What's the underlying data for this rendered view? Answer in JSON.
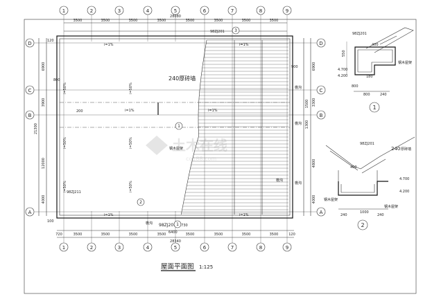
{
  "drawing": {
    "title": "屋面平面图",
    "scale": "1:125"
  },
  "grid_columns": [
    "1",
    "2",
    "3",
    "4",
    "5",
    "6",
    "7",
    "8",
    "9"
  ],
  "grid_rows": [
    "D",
    "C",
    "B",
    "A"
  ],
  "dims_top": {
    "spans": [
      "3500",
      "3500",
      "3500",
      "3500",
      "3500",
      "3500",
      "3500",
      "3500"
    ],
    "overall": "28080"
  },
  "dims_bottom": {
    "edge_left": "720",
    "spans": [
      "3500",
      "3500",
      "3500",
      "3500",
      "3500",
      "3500",
      "3500",
      "3500"
    ],
    "edge_right": "120",
    "overall": "28340"
  },
  "dims_left": {
    "spans": [
      "6900",
      "3900",
      "12000",
      "4000"
    ],
    "overall": "21300"
  },
  "dims_right": {
    "spans": [
      "6900",
      "3300",
      "4800",
      "4000"
    ],
    "minor": [
      "1500",
      "1300"
    ]
  },
  "plan_labels": {
    "slope_1": "i=1%",
    "slope_2": "i=1%",
    "slope_3": "i=1%",
    "slope_4": "i=1%",
    "slope_5": "i=1%",
    "slope_6": "i=1%",
    "slope_7": "i=50%",
    "slope_8": "i=50%",
    "slope_9": "i=50%",
    "slope_10": "i=50%",
    "slope_11": "i=50%",
    "slope_12": "i=50%",
    "wall_note": "240厚砖墙",
    "ridge_note": "钢木屋架",
    "eave_note": "98ZJ201",
    "ref_top": "98ZJ201",
    "ref_left": "98ZJ211",
    "gutter_1": "檐沟",
    "gutter_2": "檐沟",
    "gutter_3": "檐沟",
    "gutter_4": "檐沟",
    "gutter_note": "檐沟",
    "dim_900": "900",
    "dim_800": "800",
    "dim_6400": "6400",
    "dim_5730": "5730",
    "misc_200": "200",
    "misc_120": "120",
    "misc_100": "100"
  },
  "callouts": [
    "1",
    "2",
    "3"
  ],
  "detail_1": {
    "marker": "1",
    "ref": "98ZJ201",
    "dims": [
      "550",
      "400",
      "4.700",
      "4.200",
      "180",
      "800",
      "240",
      "800"
    ],
    "material": "钢木屋架"
  },
  "detail_2": {
    "marker": "2",
    "ref": "98ZJ201",
    "wall": "240",
    "wall_note": "厚砖墙",
    "dims": [
      "400",
      "4.700",
      "4.200",
      "1000",
      "240",
      "240"
    ],
    "material_1": "钢木屋架",
    "material_2": "钢木屋架"
  },
  "watermark": {
    "text": "土木在线",
    "url": "co188.com"
  }
}
